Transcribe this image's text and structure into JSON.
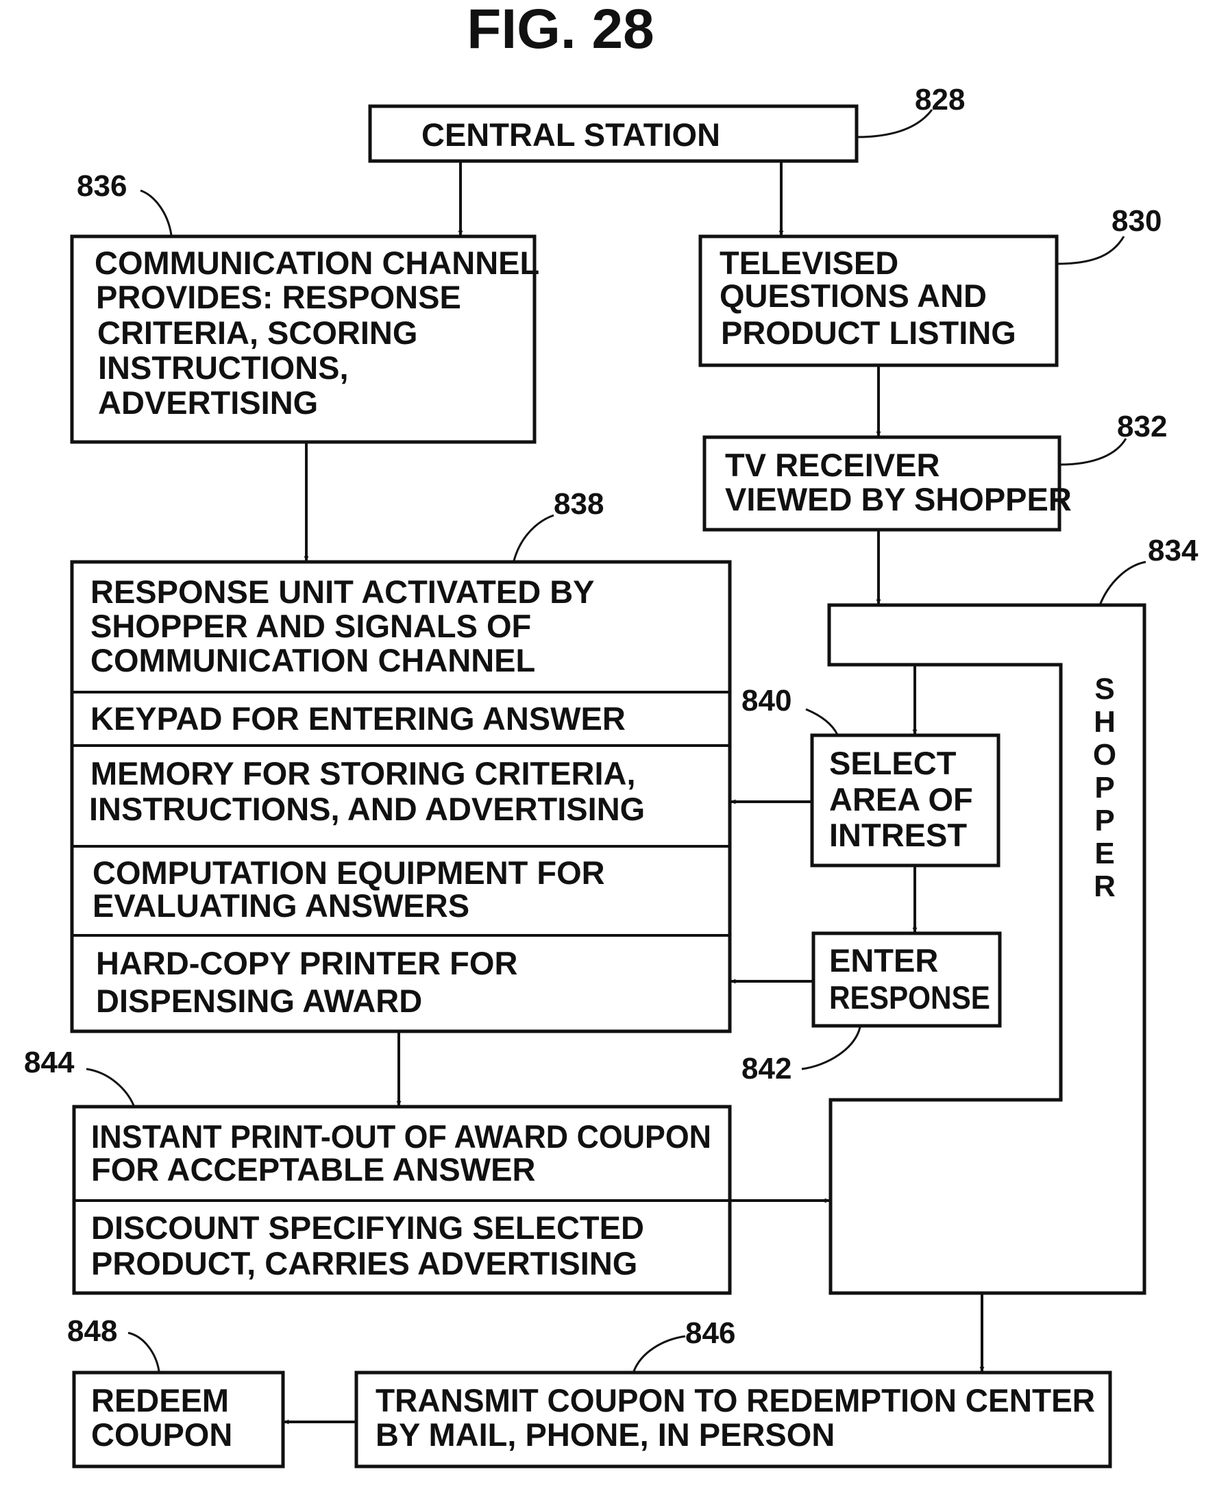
{
  "figure": {
    "title": "FIG. 28"
  },
  "nodes": {
    "central": {
      "ref": "828",
      "lines": [
        "CENTRAL STATION"
      ]
    },
    "comm": {
      "ref": "836",
      "lines": [
        "COMMUNICATION CHANNEL",
        "PROVIDES: RESPONSE",
        "CRITERIA, SCORING",
        "INSTRUCTIONS,",
        "ADVERTISING"
      ]
    },
    "televised": {
      "ref": "830",
      "lines": [
        "TELEVISED",
        "QUESTIONS AND",
        "PRODUCT LISTING"
      ]
    },
    "tv": {
      "ref": "832",
      "lines": [
        "TV RECEIVER",
        "VIEWED BY SHOPPER"
      ]
    },
    "shopper": {
      "ref": "834",
      "label": [
        "S",
        "H",
        "O",
        "P",
        "P",
        "E",
        "R"
      ]
    },
    "response_unit": {
      "ref": "838",
      "sections": [
        {
          "lines": [
            "RESPONSE UNIT ACTIVATED BY",
            "SHOPPER AND SIGNALS OF",
            "COMMUNICATION  CHANNEL"
          ]
        },
        {
          "lines": [
            "KEYPAD  FOR  ENTERING ANSWER"
          ]
        },
        {
          "lines": [
            "MEMORY FOR STORING CRITERIA,",
            "INSTRUCTIONS, AND ADVERTISING"
          ]
        },
        {
          "lines": [
            "COMPUTATION  EQUIPMENT  FOR",
            "EVALUATING  ANSWERS"
          ]
        },
        {
          "lines": [
            "HARD-COPY  PRINTER FOR",
            "DISPENSING  AWARD"
          ]
        }
      ]
    },
    "select": {
      "ref": "840",
      "lines": [
        "SELECT",
        "AREA OF",
        "INTREST"
      ]
    },
    "enter": {
      "ref": "842",
      "lines": [
        "ENTER",
        "RESPONSE"
      ]
    },
    "coupon": {
      "ref": "844",
      "sections": [
        {
          "lines": [
            "INSTANT PRINT-OUT OF AWARD COUPON",
            "FOR  ACCEPTABLE  ANSWER"
          ]
        },
        {
          "lines": [
            "DISCOUNT  SPECIFYING  SELECTED",
            "PRODUCT, CARRIES ADVERTISING"
          ]
        }
      ]
    },
    "transmit": {
      "ref": "846",
      "lines": [
        "TRANSMIT COUPON TO REDEMPTION CENTER",
        "BY MAIL, PHONE, IN PERSON"
      ]
    },
    "redeem": {
      "ref": "848",
      "lines": [
        "REDEEM",
        "COUPON"
      ]
    }
  }
}
